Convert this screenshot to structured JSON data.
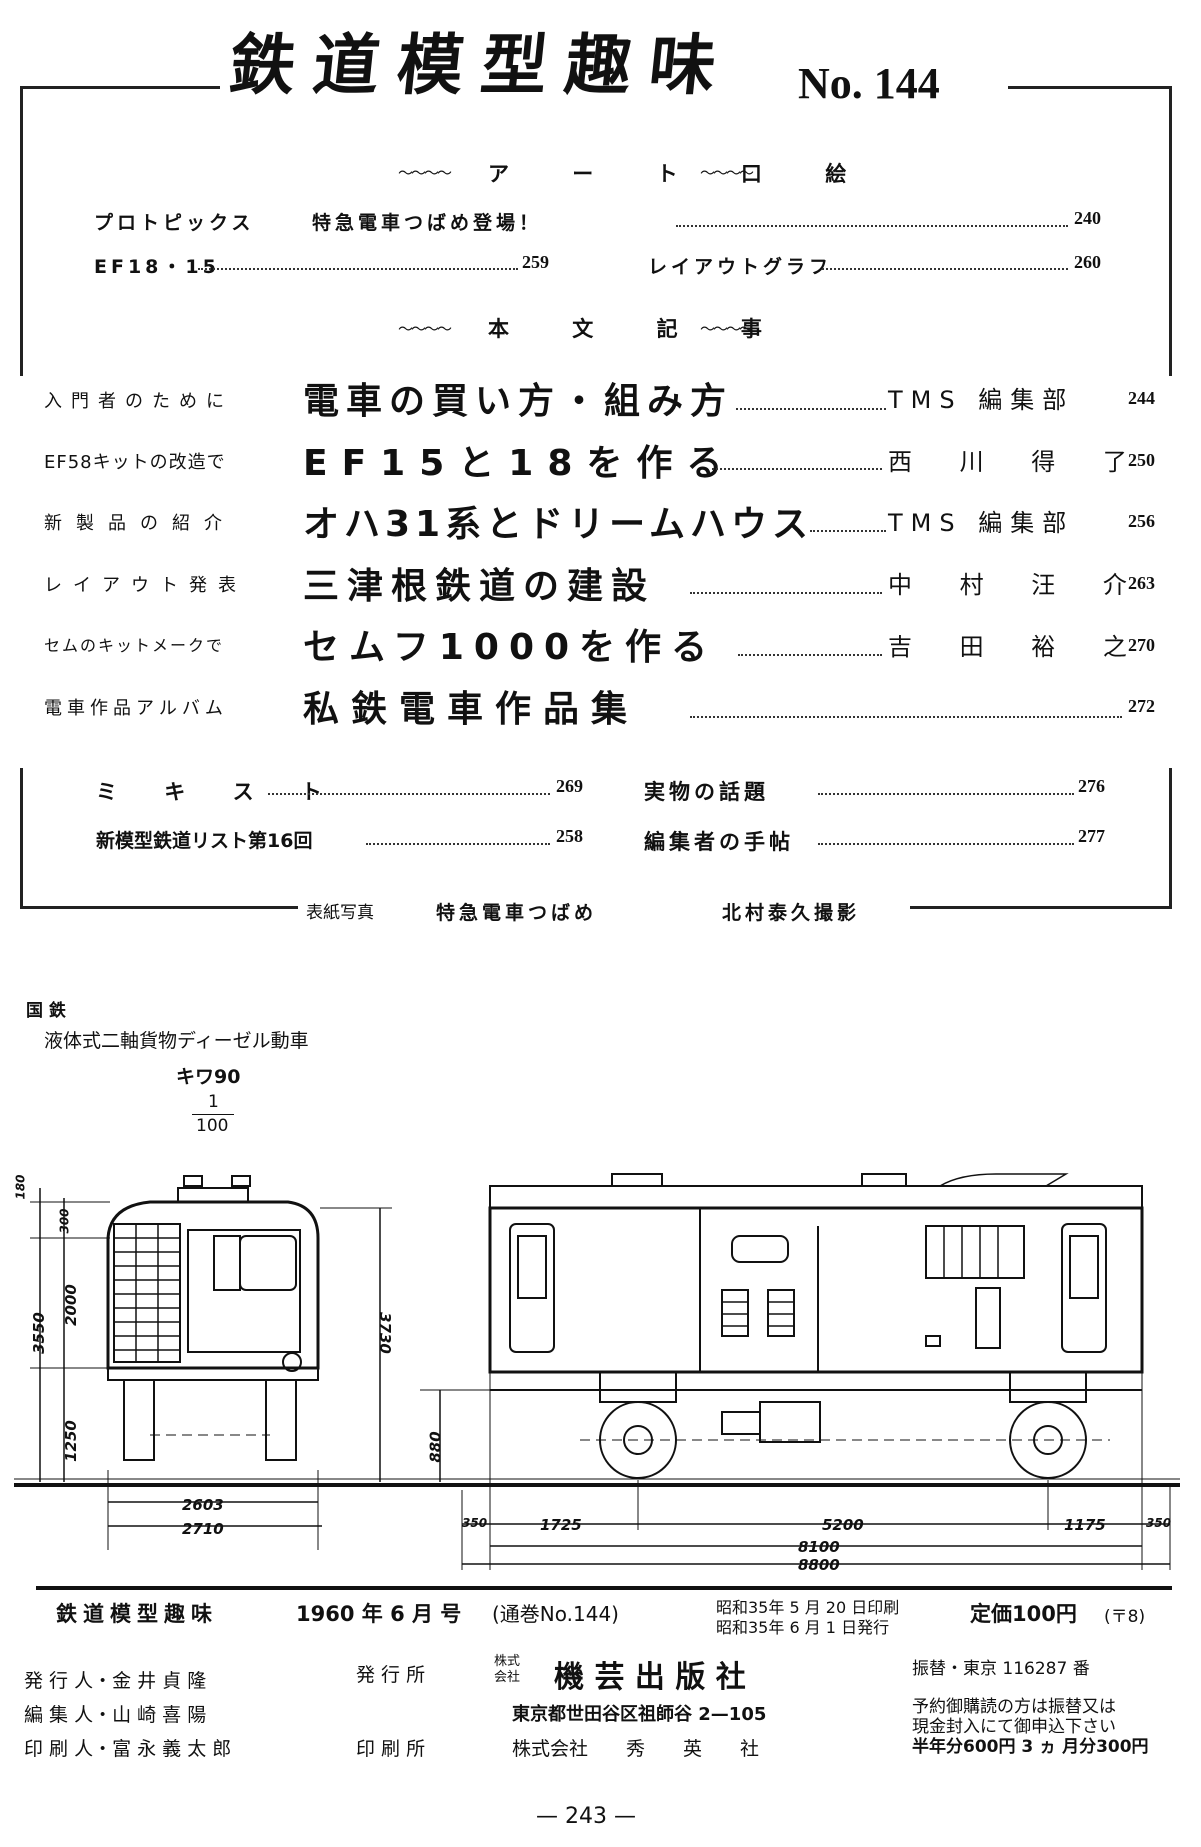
{
  "masthead": {
    "title": "鉄道模型趣味",
    "issue": "No. 144"
  },
  "contents": {
    "art_header": "ア ー ト 口 絵",
    "art_items": [
      {
        "label": "プロトピックス",
        "title": "特急電車つばめ登場！",
        "page": "240"
      },
      {
        "label": "EF18・15",
        "page": "259"
      },
      {
        "label": "レイアウトグラフ",
        "page": "260"
      }
    ],
    "main_header": "本 文 記 事",
    "articles": [
      {
        "category": "入門者のために",
        "title": "電車の買い方・組み方",
        "author": "TMS 編集部",
        "page": "244"
      },
      {
        "category": "EF58キットの改造で",
        "title": "EF15と18を作る",
        "author": "西 川 得 了",
        "page": "250"
      },
      {
        "category": "新製品の紹介",
        "title": "オハ31系とドリームハウス",
        "author": "TMS 編集部",
        "page": "256"
      },
      {
        "category": "レイアウト発表",
        "title": "三津根鉄道の建設",
        "author": "中 村 汪 介",
        "page": "263"
      },
      {
        "category": "セムのキットメークで",
        "title": "セムフ1000を作る",
        "author": "吉 田 裕 之",
        "page": "270"
      },
      {
        "category": "電車作品アルバム",
        "title": "私鉄電車作品集",
        "author": "",
        "page": "272"
      }
    ],
    "misc": [
      {
        "title": "ミ キ ス ト",
        "page": "269"
      },
      {
        "title": "実物の話題",
        "page": "276"
      },
      {
        "title": "新模型鉄道リスト第16回",
        "page": "258"
      },
      {
        "title": "編集者の手帖",
        "page": "277"
      }
    ],
    "cover_caption": {
      "label": "表紙写真",
      "subject": "特急電車つばめ",
      "credit": "北村泰久撮影"
    }
  },
  "drawing": {
    "owner": "国 鉄",
    "type": "液体式二軸貨物ディーゼル動車",
    "model": "キワ90",
    "scale_num": "1",
    "scale_den": "100",
    "dims": {
      "d180": "180",
      "d300": "300",
      "d2000": "2000",
      "d3550": "3550",
      "d1250": "1250",
      "d3730": "3730",
      "d2603": "2603",
      "d2710": "2710",
      "d880": "880",
      "d350a": "350",
      "d1725": "1725",
      "d5200": "5200",
      "d1175": "1175",
      "d350b": "350",
      "d8100": "8100",
      "d8800": "8800"
    }
  },
  "colophon": {
    "magazine": "鉄道模型趣味",
    "date": "1960 年 6 月 号",
    "volume": "(通巻No.144)",
    "printed": "昭和35年 5 月 20 日印刷",
    "published": "昭和35年 6 月  1 日発行",
    "price": "定価100円",
    "postage": "(〒8)",
    "publisher_label": "発 行 人・金 井 貞 隆",
    "editor_label": "編 集 人・山 崎 喜 陽",
    "printer_label": "印 刷 人・富 永 義 太 郎",
    "office_label": "発 行 所",
    "corp_prefix_1": "株式",
    "corp_prefix_2": "会社",
    "publisher": "機 芸 出 版 社",
    "address": "東京都世田谷区祖師谷 2—105",
    "print_office_label": "印 刷 所",
    "print_company": "株式会社　　秀　　英　　社",
    "transfer": "振替・東京 116287 番",
    "subscribe_1": "予約御購読の方は振替又は",
    "subscribe_2": "現金封入にて御申込下さい",
    "subscribe_3": "半年分600円 3 ヵ 月分300円"
  },
  "page_number": "— 243 —"
}
